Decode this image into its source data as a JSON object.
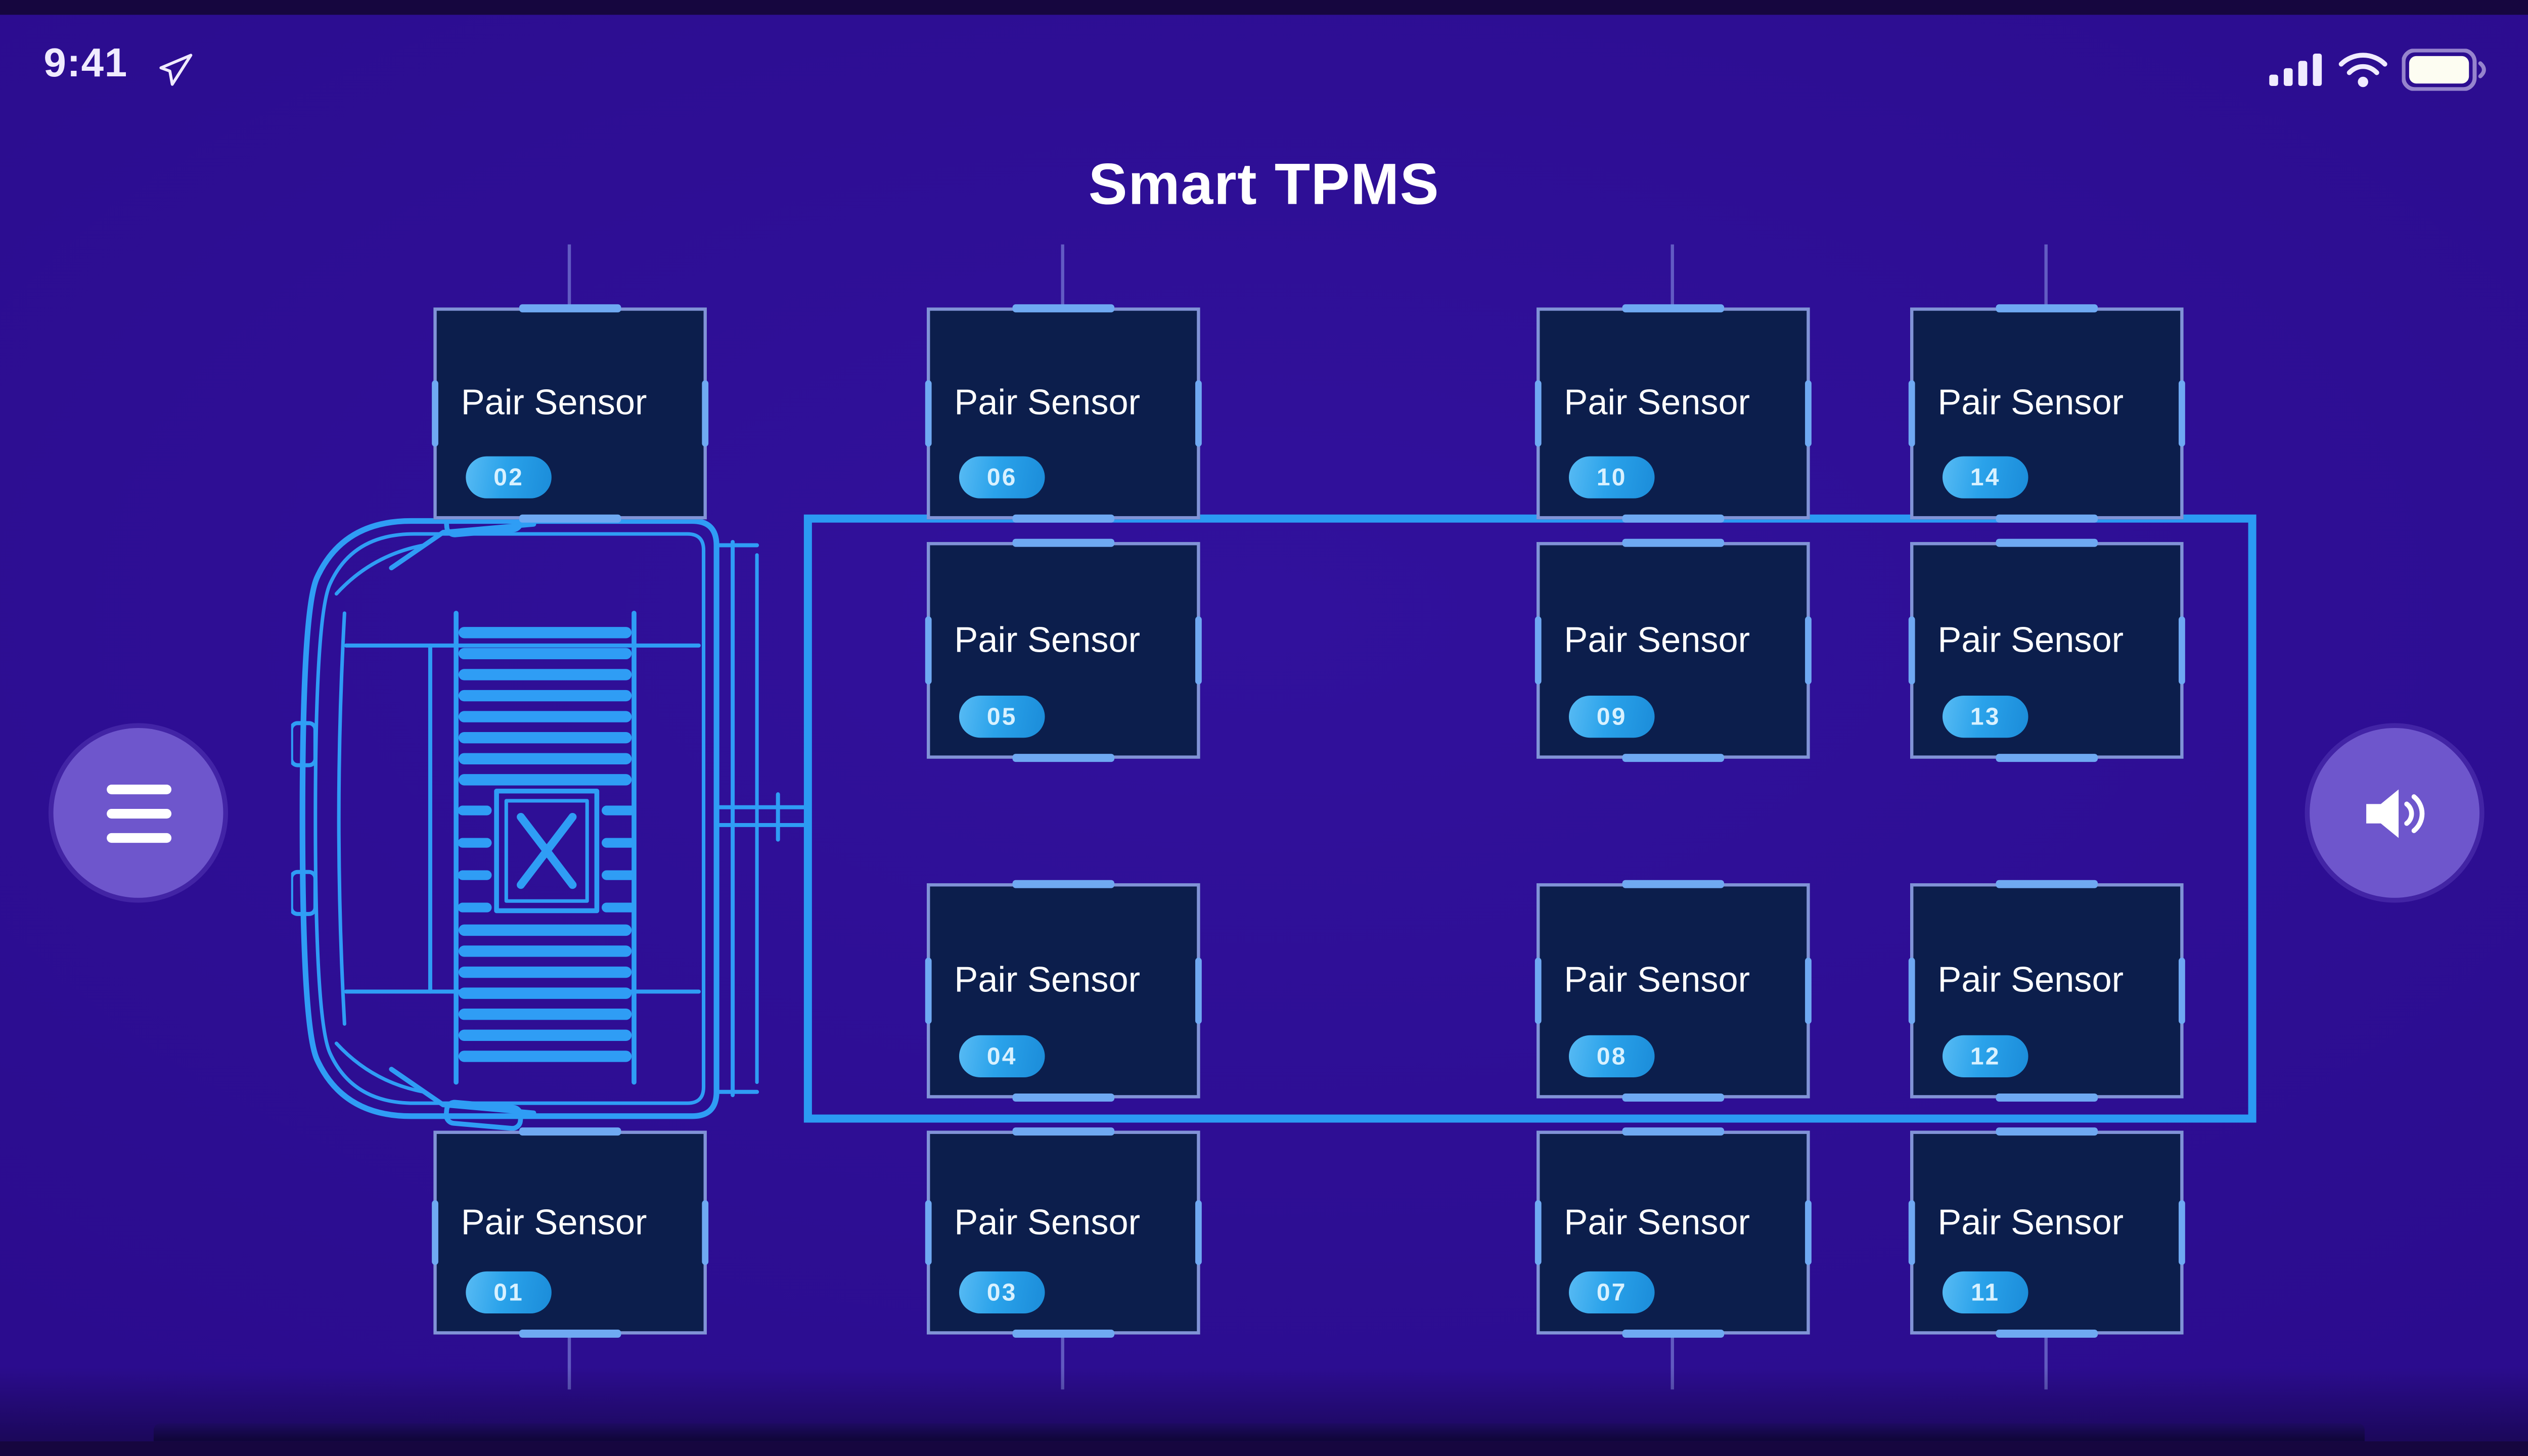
{
  "status_bar": {
    "time": "9:41",
    "location_icon": "location-arrow-icon",
    "cellular_icon": "cellular-signal-icon",
    "wifi_icon": "wifi-icon",
    "battery_icon": "battery-full-icon"
  },
  "header": {
    "title": "Smart TPMS"
  },
  "controls": {
    "menu_button_icon": "hamburger-menu-icon",
    "sound_button_icon": "speaker-volume-icon"
  },
  "vehicle": {
    "graphic": "truck-top-view-outline",
    "trailer": "trailer-outline"
  },
  "sensors": {
    "label": "Pair Sensor",
    "items": [
      {
        "number": "02",
        "col": 1,
        "row": 1
      },
      {
        "number": "06",
        "col": 2,
        "row": 1
      },
      {
        "number": "10",
        "col": 3,
        "row": 1
      },
      {
        "number": "14",
        "col": 4,
        "row": 1
      },
      {
        "number": "05",
        "col": 2,
        "row": 2
      },
      {
        "number": "09",
        "col": 3,
        "row": 2
      },
      {
        "number": "13",
        "col": 4,
        "row": 2
      },
      {
        "number": "04",
        "col": 2,
        "row": 3
      },
      {
        "number": "08",
        "col": 3,
        "row": 3
      },
      {
        "number": "12",
        "col": 4,
        "row": 3
      },
      {
        "number": "01",
        "col": 1,
        "row": 4
      },
      {
        "number": "03",
        "col": 2,
        "row": 4
      },
      {
        "number": "07",
        "col": 3,
        "row": 4
      },
      {
        "number": "11",
        "col": 4,
        "row": 4
      }
    ]
  },
  "colors": {
    "background": "#2c0d90",
    "accent_blue": "#2b9af3",
    "card_bg": "#0c1e4c",
    "card_border": "#96a8f0",
    "badge_blue": "#2aa2ea",
    "button_purple": "#6e56cc"
  }
}
